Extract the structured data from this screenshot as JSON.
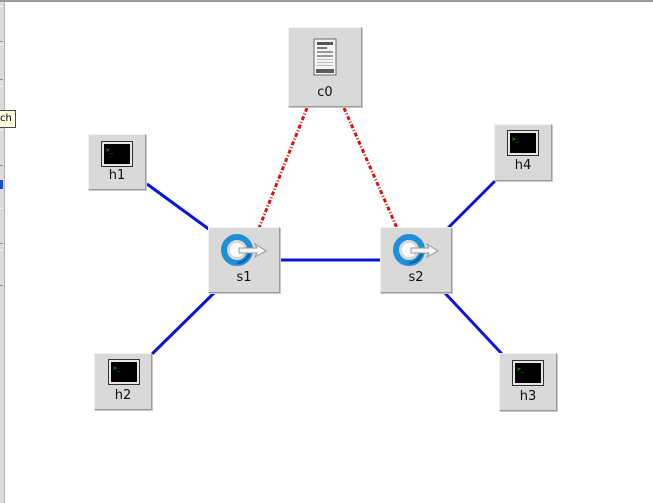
{
  "tooltip": {
    "text": "ch"
  },
  "colors": {
    "data_link": "#0a14dc",
    "control_link": "#e01010",
    "node_bg": "#d9d9d9",
    "terminal_screen": "#000000",
    "terminal_prompt": "#22dd22",
    "switch_blue": "#1e8fd6"
  },
  "nodes": {
    "c0": {
      "label": "c0",
      "icon": "controller-server-icon"
    },
    "h1": {
      "label": "h1",
      "icon": "terminal-icon"
    },
    "h2": {
      "label": "h2",
      "icon": "terminal-icon"
    },
    "h3": {
      "label": "h3",
      "icon": "terminal-icon"
    },
    "h4": {
      "label": "h4",
      "icon": "terminal-icon"
    },
    "s1": {
      "label": "s1",
      "icon": "switch-icon"
    },
    "s2": {
      "label": "s2",
      "icon": "switch-icon"
    }
  },
  "links": [
    {
      "from": "h1",
      "to": "s1",
      "type": "data"
    },
    {
      "from": "h2",
      "to": "s1",
      "type": "data"
    },
    {
      "from": "s1",
      "to": "s2",
      "type": "data"
    },
    {
      "from": "h4",
      "to": "s2",
      "type": "data"
    },
    {
      "from": "h3",
      "to": "s2",
      "type": "data"
    },
    {
      "from": "c0",
      "to": "s1",
      "type": "control"
    },
    {
      "from": "c0",
      "to": "s2",
      "type": "control"
    }
  ]
}
